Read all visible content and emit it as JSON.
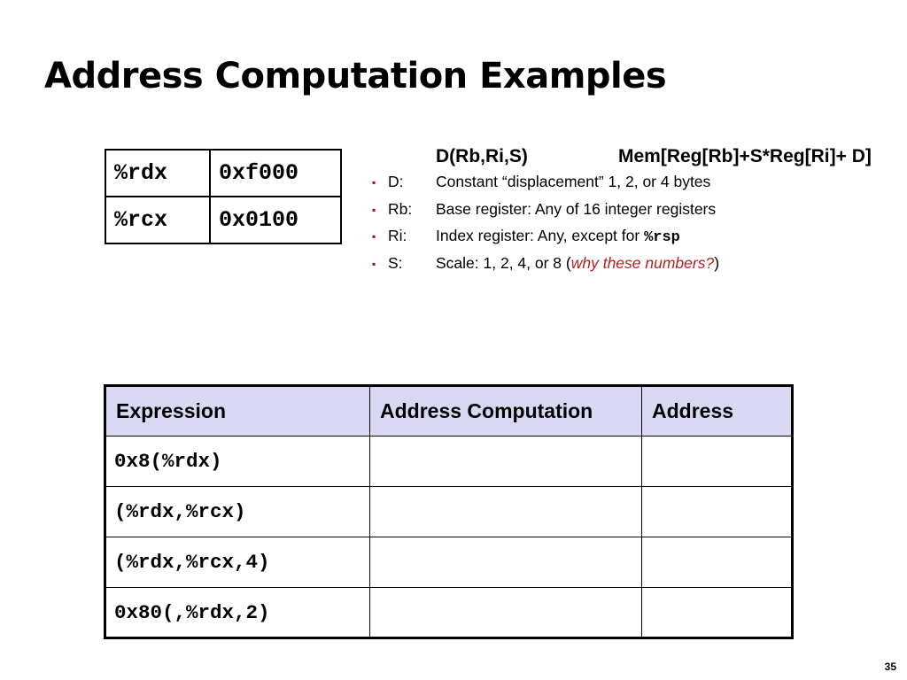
{
  "slide": {
    "title": "Address Computation Examples",
    "page_number": "35"
  },
  "registers": [
    {
      "name": "%rdx",
      "value": "0xf000"
    },
    {
      "name": "%rcx",
      "value": "0x0100"
    }
  ],
  "addressing_mode": {
    "form": "D(Rb,Ri,S)",
    "expression": "Mem[Reg[Rb]+S*Reg[Ri]+ D]",
    "bullet_glyph": "▪",
    "bullet_color": "#a50021",
    "items": [
      {
        "term": "D:",
        "desc": "Constant “displacement” 1, 2, or 4 bytes"
      },
      {
        "term": "Rb:",
        "desc": "Base register: Any of 16 integer registers"
      },
      {
        "term": "Ri:",
        "desc_prefix": "Index register: Any, except for ",
        "desc_code": "%rsp"
      },
      {
        "term": "S:",
        "desc_prefix": "Scale: 1, 2, 4, or 8 (",
        "desc_highlight": "why these numbers?",
        "desc_suffix": ")"
      }
    ]
  },
  "table": {
    "header_bg": "#d9d9f3",
    "columns": [
      "Expression",
      "Address Computation",
      "Address"
    ],
    "rows": [
      {
        "expression": "0x8(%rdx)",
        "computation": "",
        "address": ""
      },
      {
        "expression": "(%rdx,%rcx)",
        "computation": "",
        "address": ""
      },
      {
        "expression": "(%rdx,%rcx,4)",
        "computation": "",
        "address": ""
      },
      {
        "expression": "0x80(,%rdx,2)",
        "computation": "",
        "address": ""
      }
    ]
  }
}
